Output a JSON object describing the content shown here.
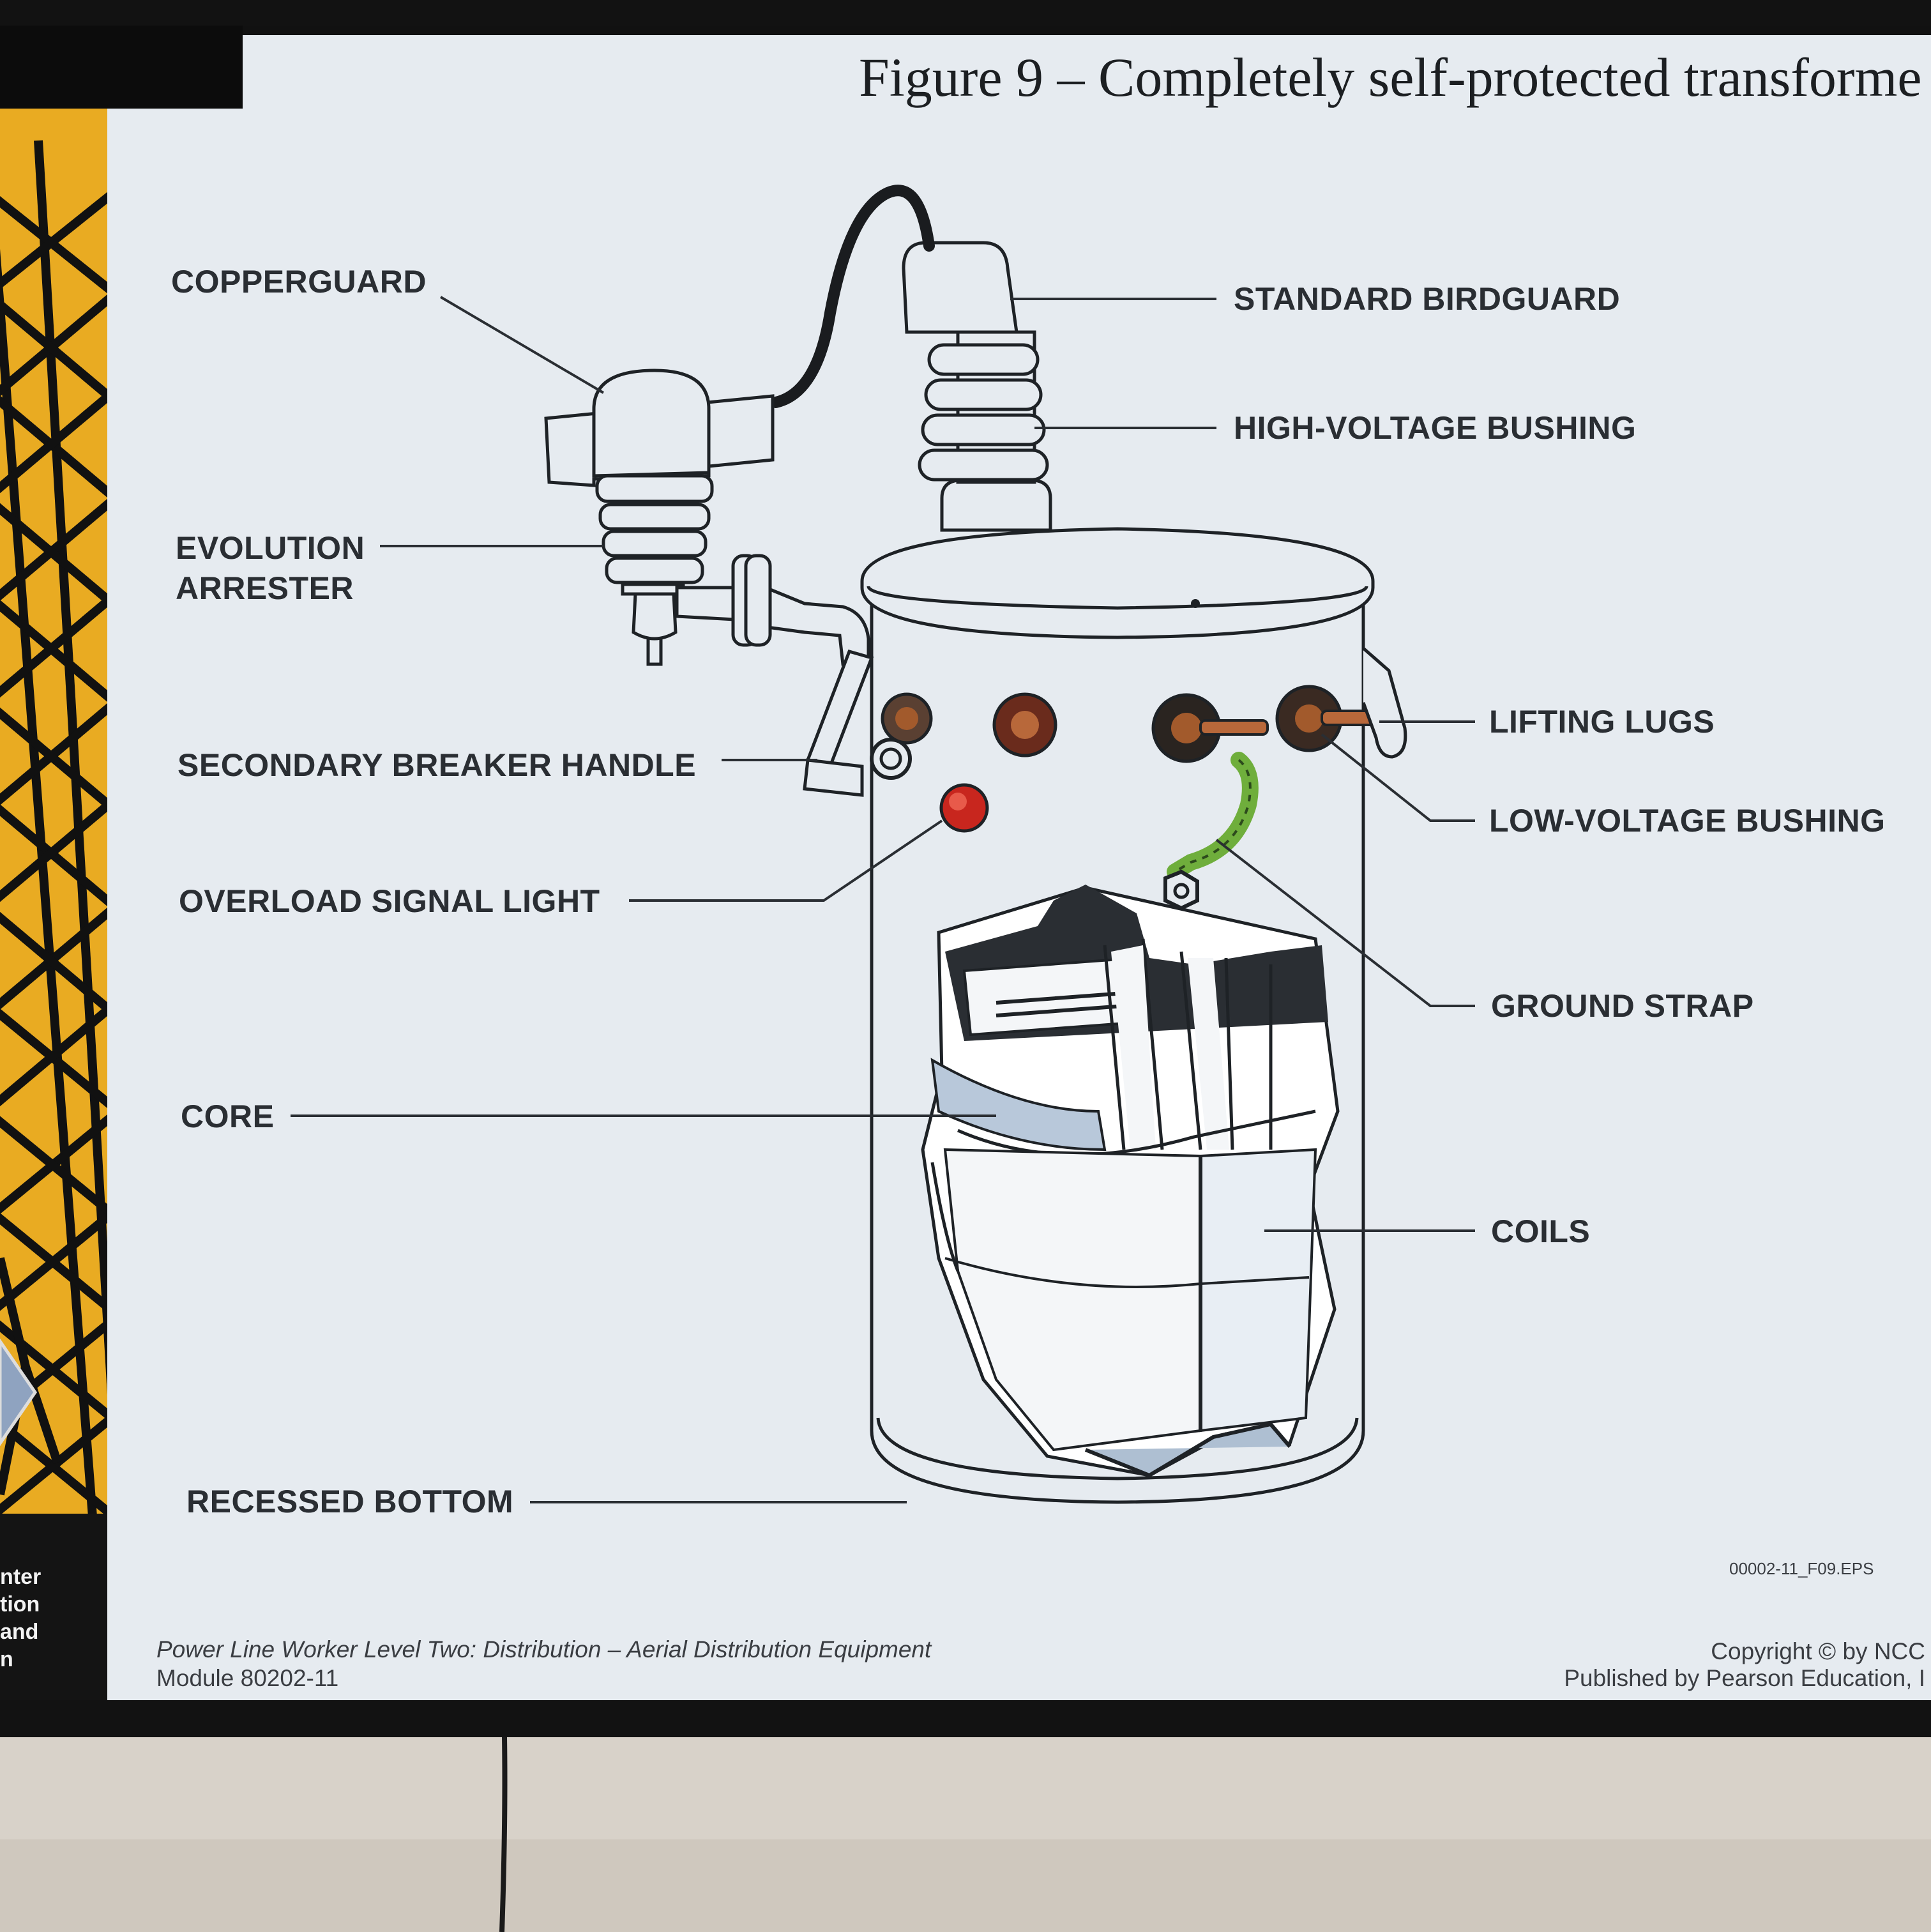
{
  "figure_title": "Figure 9 – Completely self-protected transforme",
  "labels": {
    "copperguard": "COPPERGUARD",
    "standard_birdguard": "STANDARD BIRDGUARD",
    "high_voltage_bushing": "HIGH-VOLTAGE BUSHING",
    "evolution_arrester_line1": "EVOLUTION",
    "evolution_arrester_line2": "ARRESTER",
    "lifting_lugs": "LIFTING LUGS",
    "secondary_breaker_handle": "SECONDARY BREAKER HANDLE",
    "low_voltage_bushing": "LOW-VOLTAGE BUSHING",
    "overload_signal_light": "OVERLOAD SIGNAL LIGHT",
    "ground_strap": "GROUND STRAP",
    "core": "CORE",
    "coils": "COILS",
    "recessed_bottom": "RECESSED BOTTOM"
  },
  "file_code": "00002-11_F09.EPS",
  "footer": {
    "course_line": "Power Line Worker Level Two: Distribution – Aerial Distribution Equipment",
    "module_line": "Module 80202-11",
    "copyright_line": "Copyright © by NCC",
    "published_line": "Published by Pearson Education, I"
  },
  "sidebar_text": [
    "nter",
    "tion",
    "and",
    "n"
  ],
  "colors": {
    "slide_bg": "#e6ebf0",
    "sidebar_yellow": "#e9ab22",
    "ground_strap_green": "#6fae3c",
    "signal_light_red": "#c8261e",
    "bushing_copper": "#a25a2c"
  }
}
